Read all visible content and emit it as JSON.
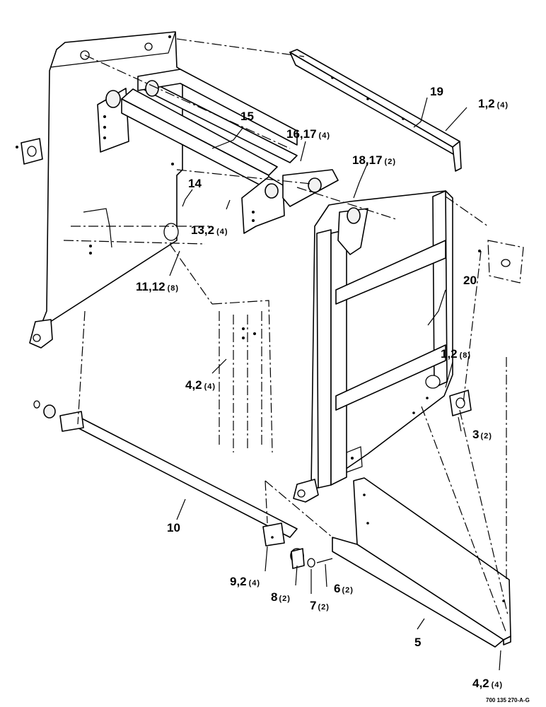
{
  "callouts": [
    {
      "id": "c1",
      "num": "19",
      "qty": ""
    },
    {
      "id": "c2",
      "num": "1,2",
      "qty": "(4)"
    },
    {
      "id": "c3",
      "num": "15",
      "qty": ""
    },
    {
      "id": "c4",
      "num": "16,17",
      "qty": "(4)"
    },
    {
      "id": "c5",
      "num": "18,17",
      "qty": "(2)"
    },
    {
      "id": "c6",
      "num": "14",
      "qty": ""
    },
    {
      "id": "c7",
      "num": "13,2",
      "qty": "(4)"
    },
    {
      "id": "c8",
      "num": "11,12",
      "qty": "(8)"
    },
    {
      "id": "c9",
      "num": "20",
      "qty": ""
    },
    {
      "id": "c10",
      "num": "4,2",
      "qty": "(4)"
    },
    {
      "id": "c11",
      "num": "1,2",
      "qty": "(8)"
    },
    {
      "id": "c12",
      "num": "3",
      "qty": "(2)"
    },
    {
      "id": "c13",
      "num": "10",
      "qty": ""
    },
    {
      "id": "c14",
      "num": "9,2",
      "qty": "(4)"
    },
    {
      "id": "c15",
      "num": "8",
      "qty": "(2)"
    },
    {
      "id": "c16",
      "num": "6",
      "qty": "(2)"
    },
    {
      "id": "c17",
      "num": "7",
      "qty": "(2)"
    },
    {
      "id": "c18",
      "num": "5",
      "qty": ""
    },
    {
      "id": "c19",
      "num": "4,2",
      "qty": "(4)"
    }
  ],
  "figure_id": "700 135 270-A-G"
}
